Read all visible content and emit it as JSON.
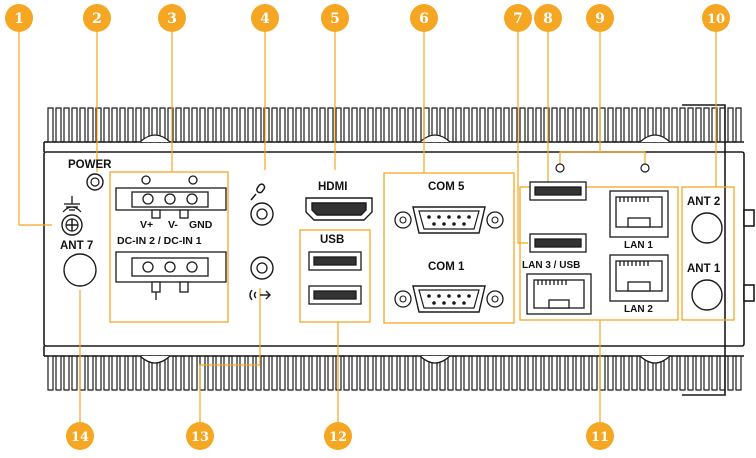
{
  "colors": {
    "callout": "#F5A623",
    "callout_line": "#F5A623",
    "outline": "#1a1a1a",
    "chassis": "#ffffff"
  },
  "labels": {
    "power": "POWER",
    "vplus": "V+",
    "vminus": "V-",
    "gnd": "GND",
    "dcin": "DC-IN 2 / DC-IN 1",
    "hdmi": "HDMI",
    "usb": "USB",
    "com5": "COM 5",
    "com1": "COM 1",
    "lan3usb": "LAN 3 / USB",
    "lan1": "LAN 1",
    "lan2": "LAN 2",
    "ant2": "ANT 2",
    "ant1": "ANT 1",
    "ant7": "ANT 7"
  },
  "callouts": [
    "1",
    "2",
    "3",
    "4",
    "5",
    "6",
    "7",
    "8",
    "9",
    "10",
    "11",
    "12",
    "13",
    "14"
  ],
  "icons": {
    "ground": "ground-symbol-icon",
    "mic": "microphone-icon",
    "line_out": "audio-line-out-icon",
    "screw": "screw-icon"
  }
}
